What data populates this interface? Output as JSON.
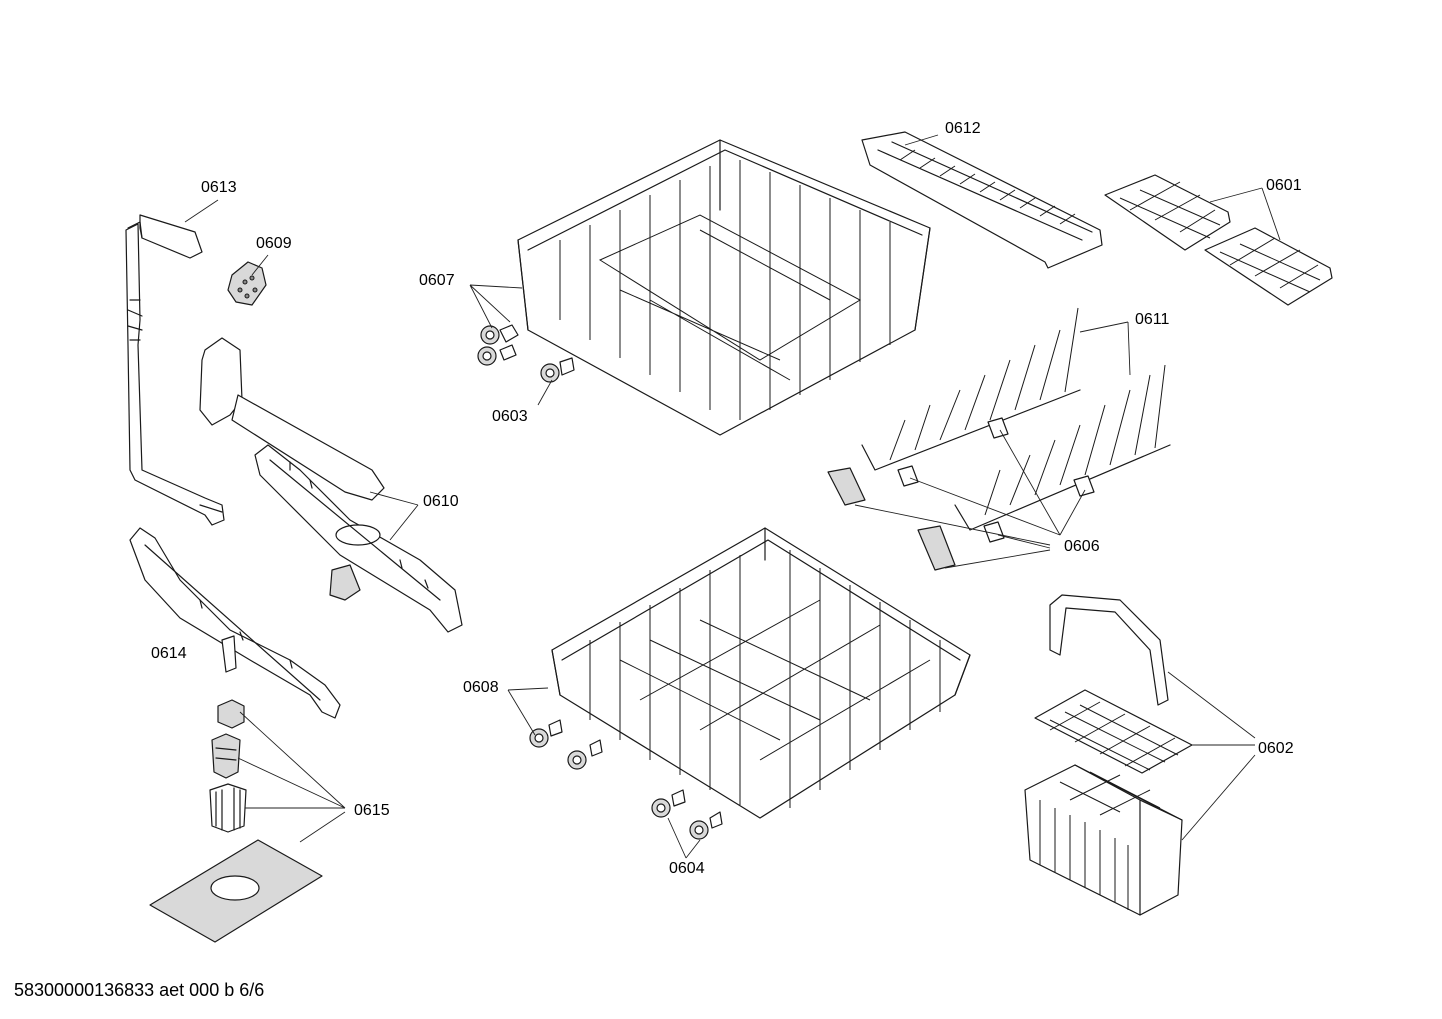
{
  "labels": {
    "p0613": "0613",
    "p0609": "0609",
    "p0607": "0607",
    "p0603": "0603",
    "p0612": "0612",
    "p0601": "0601",
    "p0611": "0611",
    "p0610": "0610",
    "p0606": "0606",
    "p0614": "0614",
    "p0608": "0608",
    "p0602": "0602",
    "p0615": "0615",
    "p0604": "0604"
  },
  "footer": "58300000136833 aet 000 b 6/6"
}
